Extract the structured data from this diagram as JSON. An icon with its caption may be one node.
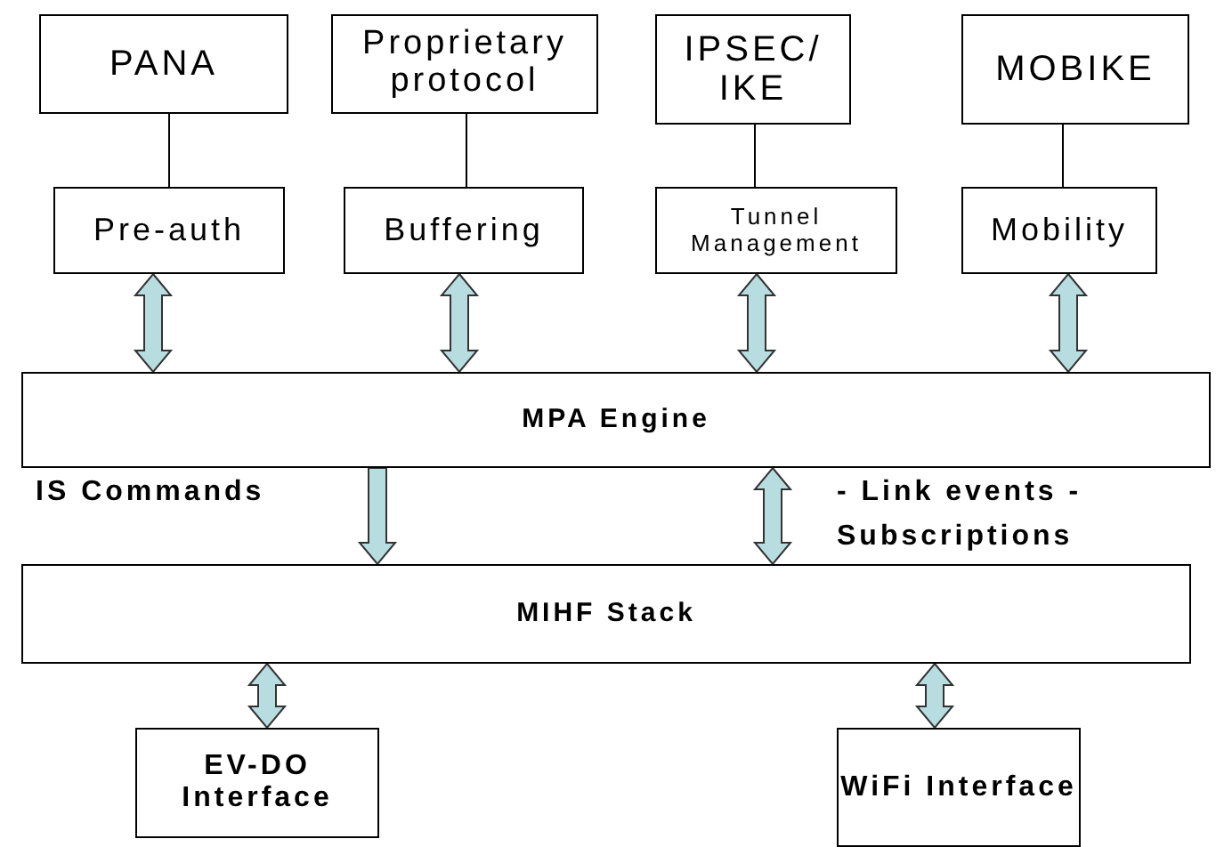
{
  "diagram": {
    "nodes": [
      {
        "text": [
          "PANA"
        ]
      },
      {
        "text": [
          "Proprietary protocol"
        ]
      },
      {
        "text": [
          "IPSEC/ IKE"
        ]
      },
      {
        "text": [
          "MOBIKE"
        ]
      },
      {
        "text": [
          "Pre-auth"
        ]
      },
      {
        "text": [
          "Buffering"
        ]
      },
      {
        "text": [
          "Tunnel Management"
        ]
      },
      {
        "text": [
          "Mobility"
        ]
      },
      {
        "text": [
          "MPA Engine"
        ]
      },
      {
        "text": [
          "MIHF Stack"
        ]
      },
      {
        "text": [
          "EV-DO Interface"
        ]
      },
      {
        "text": [
          "WiFi Interface"
        ]
      }
    ],
    "edges": [
      {
        "from": 0,
        "to": 4,
        "arrow": "none"
      },
      {
        "from": 1,
        "to": 5,
        "arrow": "none"
      },
      {
        "from": 2,
        "to": 6,
        "arrow": "none"
      },
      {
        "from": 3,
        "to": 7,
        "arrow": "none"
      },
      {
        "from": 4,
        "to": 8,
        "arrow": "both",
        "style": "thick",
        "color": "#b8dde0"
      },
      {
        "from": 5,
        "to": 8,
        "arrow": "both",
        "style": "thick",
        "color": "#b8dde0"
      },
      {
        "from": 6,
        "to": 8,
        "arrow": "both",
        "style": "thick",
        "color": "#b8dde0"
      },
      {
        "from": 7,
        "to": 8,
        "arrow": "both",
        "style": "thick",
        "color": "#b8dde0"
      },
      {
        "from": 8,
        "to": 9,
        "arrow": "to",
        "style": "thick",
        "color": "#b8dde0"
      },
      {
        "from": 8,
        "to": 9,
        "arrow": "both",
        "style": "thick",
        "color": "#b8dde0"
      },
      {
        "from": 9,
        "to": 10,
        "arrow": "both",
        "style": "thick",
        "color": "#b8dde0"
      },
      {
        "from": 9,
        "to": 11,
        "arrow": "both",
        "style": "thick",
        "color": "#b8dde0"
      }
    ],
    "labels": [
      "IS Commands",
      "- Link events - Subscriptions"
    ]
  }
}
